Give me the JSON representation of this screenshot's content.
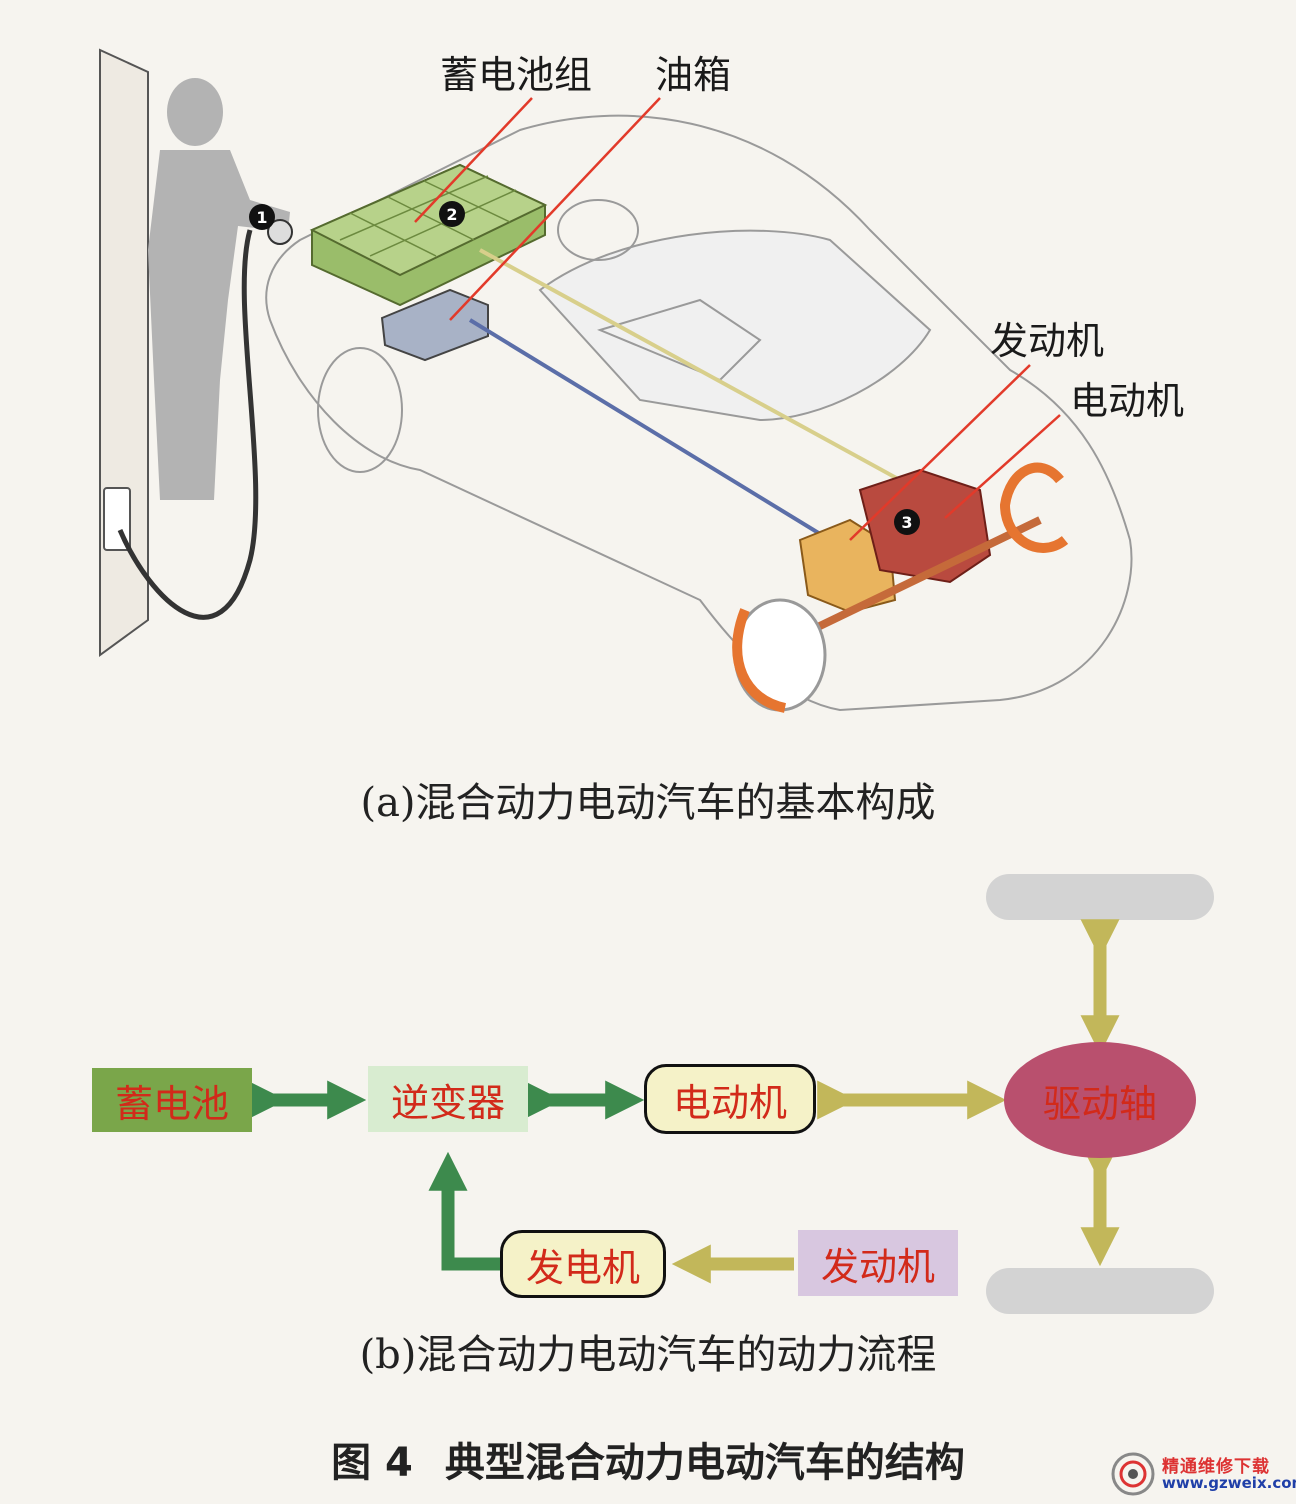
{
  "figure_a": {
    "labels": {
      "battery_pack": "蓄电池组",
      "fuel_tank": "油箱",
      "engine": "发动机",
      "motor": "电动机"
    },
    "markers": [
      "1",
      "2",
      "3"
    ],
    "caption": "(a)混合动力电动汽车的基本构成"
  },
  "figure_b": {
    "nodes": {
      "battery": "蓄电池",
      "inverter": "逆变器",
      "motor": "电动机",
      "drive_shaft": "驱动轴",
      "generator": "发电机",
      "engine": "发动机"
    },
    "caption": "(b)混合动力电动汽车的动力流程"
  },
  "figure_title": {
    "number": "图 4",
    "text": "典型混合动力电动汽车的结构"
  },
  "watermark": {
    "name": "精通维修下载",
    "url": "www.gzweix.com"
  },
  "colors": {
    "battery_fill": "#7aa64a",
    "inverter_fill": "#d8ecd0",
    "node_fill": "#f5f2c8",
    "engine_fill": "#d8c7e0",
    "shaft_fill": "#b9506e",
    "wheel_fill": "#d3d3d3",
    "green_arrow": "#3d8a4d",
    "olive_arrow": "#c2b75a",
    "label_red": "#d22a1a"
  }
}
